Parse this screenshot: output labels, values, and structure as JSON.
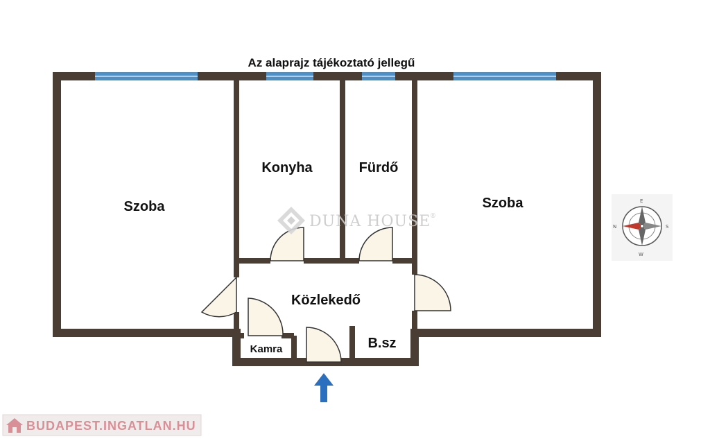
{
  "notice": "Az alaprajz tájékoztató jellegű",
  "rooms": {
    "left_room": "Szoba",
    "kitchen": "Konyha",
    "bathroom": "Fürdő",
    "right_room": "Szoba",
    "hallway": "Közlekedő",
    "pantry": "Kamra",
    "storage": "B.sz"
  },
  "watermark": "DUNA HOUSE",
  "watermark_mark": "®",
  "compass": {
    "north": "N",
    "east": "E",
    "south": "S",
    "west": "W"
  },
  "site_label": "BUDAPEST.INGATLAN.HU",
  "colors": {
    "wall": "#4a3d34",
    "window": "#4f8fc4",
    "door_fill": "#fbf5e8",
    "arrow": "#2b6fbf",
    "compass_needle_red": "#c0392b"
  }
}
